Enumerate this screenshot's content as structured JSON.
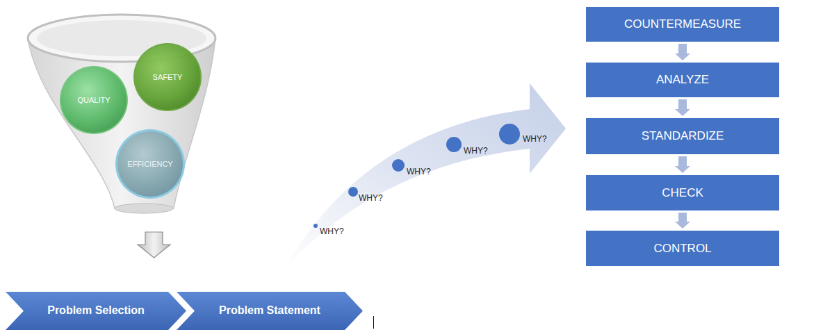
{
  "diagram": {
    "nodes": [
      {
        "text": [
          "QUALITY"
        ]
      },
      {
        "text": [
          "SAFETY"
        ]
      },
      {
        "text": [
          "EFFICIENCY"
        ]
      },
      {
        "text": [
          "Problem Selection"
        ]
      },
      {
        "text": [
          "Problem Statement"
        ]
      },
      {
        "text": [
          "COUNTERMEASURE"
        ]
      },
      {
        "text": [
          "ANALYZE"
        ]
      },
      {
        "text": [
          "STANDARDIZE"
        ]
      },
      {
        "text": [
          "CHECK"
        ]
      },
      {
        "text": [
          "CONTROL"
        ]
      }
    ],
    "edges": [
      {
        "from": 5,
        "to": 6,
        "arrow": "to"
      },
      {
        "from": 6,
        "to": 7,
        "arrow": "to"
      },
      {
        "from": 7,
        "to": 8,
        "arrow": "to"
      },
      {
        "from": 8,
        "to": 9,
        "arrow": "to"
      }
    ],
    "labels": [
      "WHY?",
      "WHY?",
      "WHY?",
      "WHY?",
      "WHY?"
    ]
  }
}
